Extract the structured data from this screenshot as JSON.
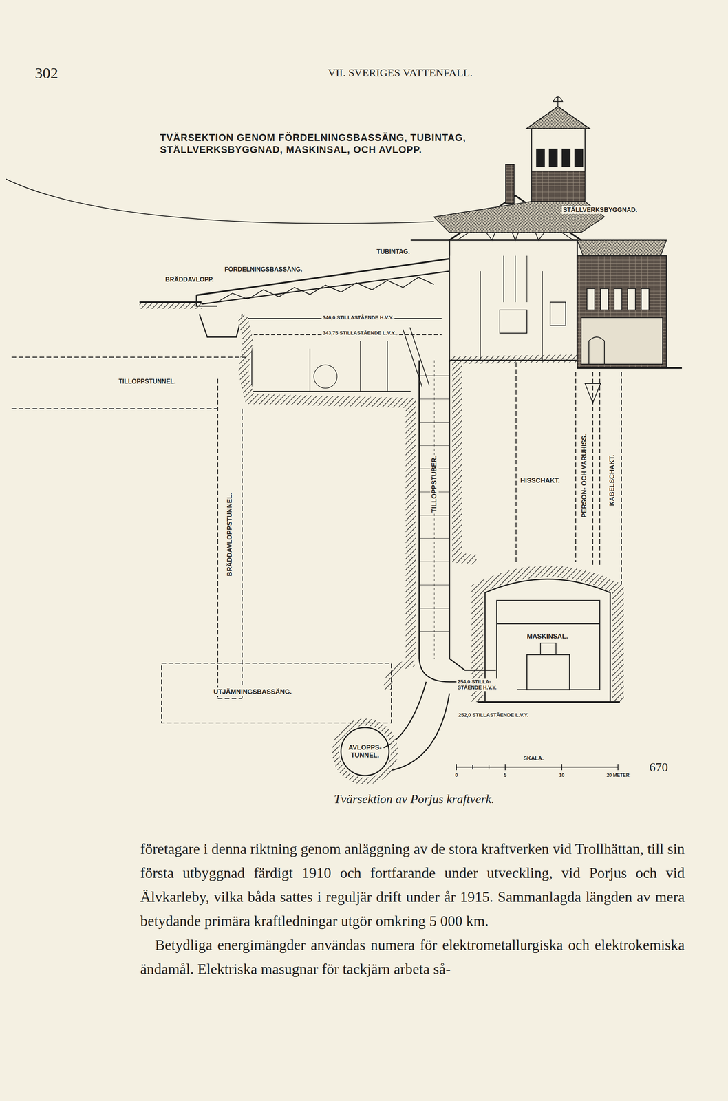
{
  "diagram": {
    "title": "TVÄRSEKTION GENOM FÖRDELNINGSBASSÄNG, TUBINTAG, STÄLLVERKSBYGGNAD, MASKINSAL, OCH AVLOPP.",
    "caption": "Tvärsektion av Porjus kraftverk.",
    "labels": [
      "302",
      "VII. SVERIGES VATTENFALL.",
      "STÄLLVERKSBYGGNAD.",
      "TUBINTAG.",
      "FÖRDELNINGSBASSÄNG.",
      "BRÄDDAVLOPP.",
      "346,0 STILLASTÅENDE H.V.Y.",
      "343,75 STILLASTÅENDE L.V.Y.",
      "TILLOPPSTUNNEL.",
      "BRÄDDAVLOPPSTUNNEL.",
      "TILLOPPSTUBER.",
      "HISSCHAKT.",
      "PERSON- OCH VARUHISS.",
      "KABELSCHAKT.",
      "MASKINSAL.",
      "UTJÄMNINGSBASSÄNG.",
      "AVLOPPS- TUNNEL.",
      "254,0 STILLA- STÅENDE H.V.Y.",
      "252,0 STILLASTÅENDE L.V.Y.",
      "SKALA.",
      "0",
      "5",
      "10",
      "20 METER",
      "670",
      "företagare i denna riktning genom anläggning av de stora kraftverken vid Trollhättan, till sin första utbyggnad färdigt 1910 och fortfarande under utveckling, vid Porjus och vid Älvkarleby, vilka båda sattes i reguljär drift under år 1915. Sammanlagda längden av mera betydande primära kraftledningar utgör omkring 5 000 km.",
      "Betydliga energimängder användas numera för elektrometallurgiska och elektrokemiska ändamål. Elektriska masugnar för tackjärn arbeta så-"
    ]
  }
}
